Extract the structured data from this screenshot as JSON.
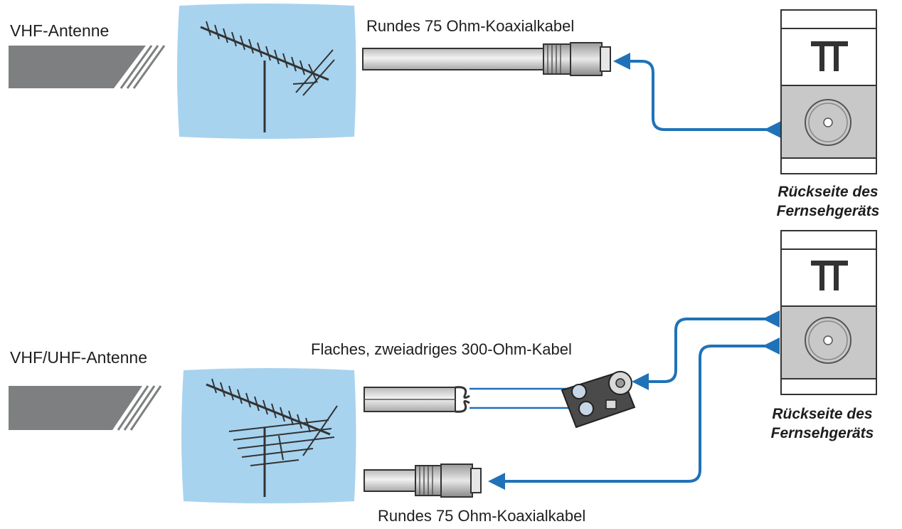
{
  "top": {
    "antenna_label": "VHF-Antenne",
    "cable_label": "Rundes 75 Ohm-Koaxialkabel",
    "tv_caption_line1": "Rückseite des",
    "tv_caption_line2": "Fernsehgeräts"
  },
  "bottom": {
    "antenna_label": "VHF/UHF-Antenne",
    "flat_cable_label": "Flaches, zweiadriges 300-Ohm-Kabel",
    "coax_cable_label": "Rundes 75 Ohm-Koaxialkabel",
    "tv_caption_line1": "Rückseite des",
    "tv_caption_line2": "Fernsehgeräts"
  },
  "colors": {
    "sky_panel": "#a7d3ef",
    "arrow_blue": "#1f72b8",
    "tv_gray": "#c8c8c8",
    "sign_gray": "#7d7f80"
  }
}
